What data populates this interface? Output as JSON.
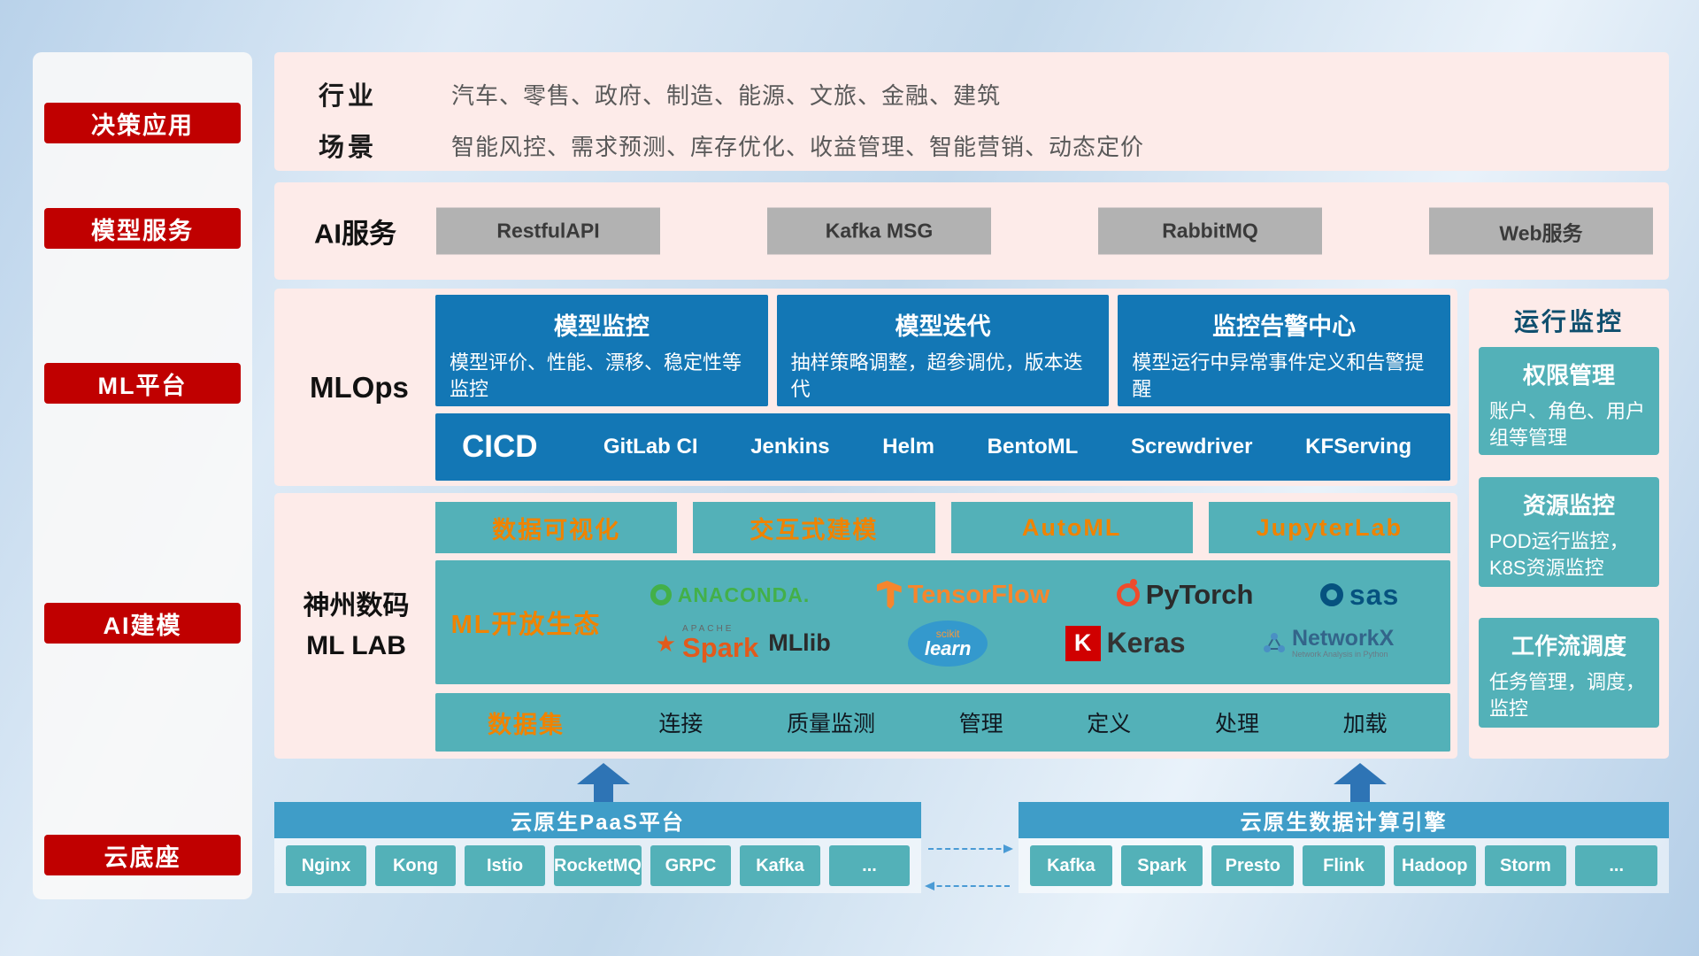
{
  "sidebar": {
    "items": [
      "决策应用",
      "模型服务",
      "ML平台",
      "AI建模",
      "云底座"
    ]
  },
  "apps": {
    "industry_label": "行业",
    "industry_value": "汽车、零售、政府、制造、能源、文旅、金融、建筑",
    "scene_label": "场景",
    "scene_value": "智能风控、需求预测、库存优化、收益管理、智能营销、动态定价"
  },
  "ai_service": {
    "label": "AI服务",
    "buttons": [
      "RestfulAPI",
      "Kafka MSG",
      "RabbitMQ",
      "Web服务"
    ]
  },
  "mlops": {
    "label": "MLOps",
    "cards": [
      {
        "title": "模型监控",
        "desc": "模型评价、性能、漂移、稳定性等监控"
      },
      {
        "title": "模型迭代",
        "desc": "抽样策略调整，超参调优，版本迭代"
      },
      {
        "title": "监控告警中心",
        "desc": "模型运行中异常事件定义和告警提醒"
      }
    ],
    "cicd_label": "CICD",
    "cicd_items": [
      "GitLab CI",
      "Jenkins",
      "Helm",
      "BentoML",
      "Screwdriver",
      "KFServing"
    ]
  },
  "mllab": {
    "label_line1": "神州数码",
    "label_line2": "ML LAB",
    "tools": [
      "数据可视化",
      "交互式建模",
      "AutoML",
      "JupyterLab"
    ],
    "ecosystem_label": "ML开放生态",
    "logos": {
      "anaconda": "ANACONDA.",
      "tensorflow": "TensorFlow",
      "pytorch": "PyTorch",
      "sas": "sas",
      "spark_apache": "APACHE",
      "spark": "Spark",
      "mllib": "MLlib",
      "scikit_line1": "scikit",
      "scikit_line2": "learn",
      "keras_k": "K",
      "keras": "Keras",
      "networkx": "NetworkX",
      "networkx_sub": "Network Analysis in Python"
    },
    "dataset_label": "数据集",
    "dataset_items": [
      "连接",
      "质量监测",
      "管理",
      "定义",
      "处理",
      "加载"
    ]
  },
  "monitoring": {
    "title": "运行监控",
    "cards": [
      {
        "title": "权限管理",
        "desc": "账户、角色、用户组等管理"
      },
      {
        "title": "资源监控",
        "desc": "POD运行监控，K8S资源监控"
      },
      {
        "title": "工作流调度",
        "desc": "任务管理，调度，监控"
      }
    ]
  },
  "foundation": {
    "paas_title": "云原生PaaS平台",
    "paas_items": [
      "Nginx",
      "Kong",
      "Istio",
      "RocketMQ",
      "GRPC",
      "Kafka",
      "..."
    ],
    "engine_title": "云原生数据计算引擎",
    "engine_items": [
      "Kafka",
      "Spark",
      "Presto",
      "Flink",
      "Hadoop",
      "Storm",
      "..."
    ]
  },
  "colors": {
    "accent_red": "#c00000",
    "panel_pink": "#fdebe9",
    "deep_blue": "#1377b5",
    "teal": "#53b1b8",
    "orange": "#f08300",
    "bar_blue": "#3f9dc8",
    "arrow_blue": "#2e74b5"
  }
}
